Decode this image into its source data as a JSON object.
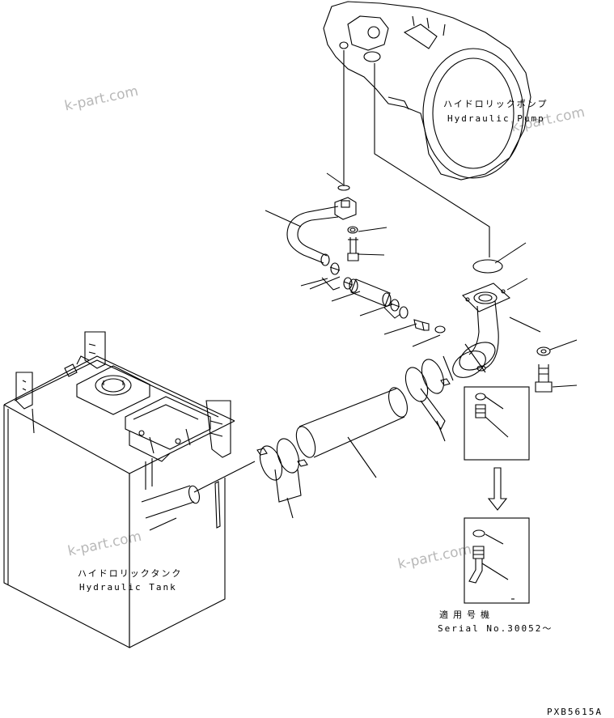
{
  "labels": {
    "pump_jp": "ハイドロリックポンプ",
    "pump_en": "Hydraulic Pump",
    "tank_jp": "ハイドロリックタンク",
    "tank_en": "Hydraulic Tank",
    "applicable_jp": "適用号機",
    "serial": "Serial No.30052～",
    "drawing_id": "PXB5615A"
  },
  "watermarks": [
    "k-part.com",
    "k-part.com",
    "k-part.com",
    "k-part.com"
  ],
  "colors": {
    "line": "#000000",
    "watermark": "#b8b8b8",
    "background": "#ffffff"
  }
}
